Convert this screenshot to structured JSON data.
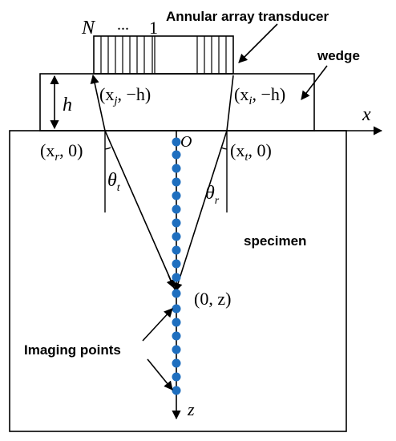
{
  "labels": {
    "n": "N",
    "dots": "...",
    "one": "1",
    "annular": "Annular array transducer",
    "wedge": "wedge",
    "h": "h",
    "xj": "(x",
    "xj_sub": "j",
    "xj_tail": ", −h)",
    "xi": "(x",
    "xi_sub": "i",
    "xi_tail": ", −h)",
    "x_axis": "x",
    "xr": "(x",
    "xr_sub": "r",
    "xr_tail": ", 0)",
    "origin": "O",
    "xt": "(x",
    "xt_sub": "t",
    "xt_tail": ", 0)",
    "theta_t": "θ",
    "theta_t_sub": "t",
    "theta_r": "θ",
    "theta_r_sub": "r",
    "specimen": "specimen",
    "focus": "(0, z)",
    "imaging": "Imaging points",
    "z_axis": "z"
  },
  "colors": {
    "stroke": "#000000",
    "imaging_point": "#1f6fbf"
  }
}
